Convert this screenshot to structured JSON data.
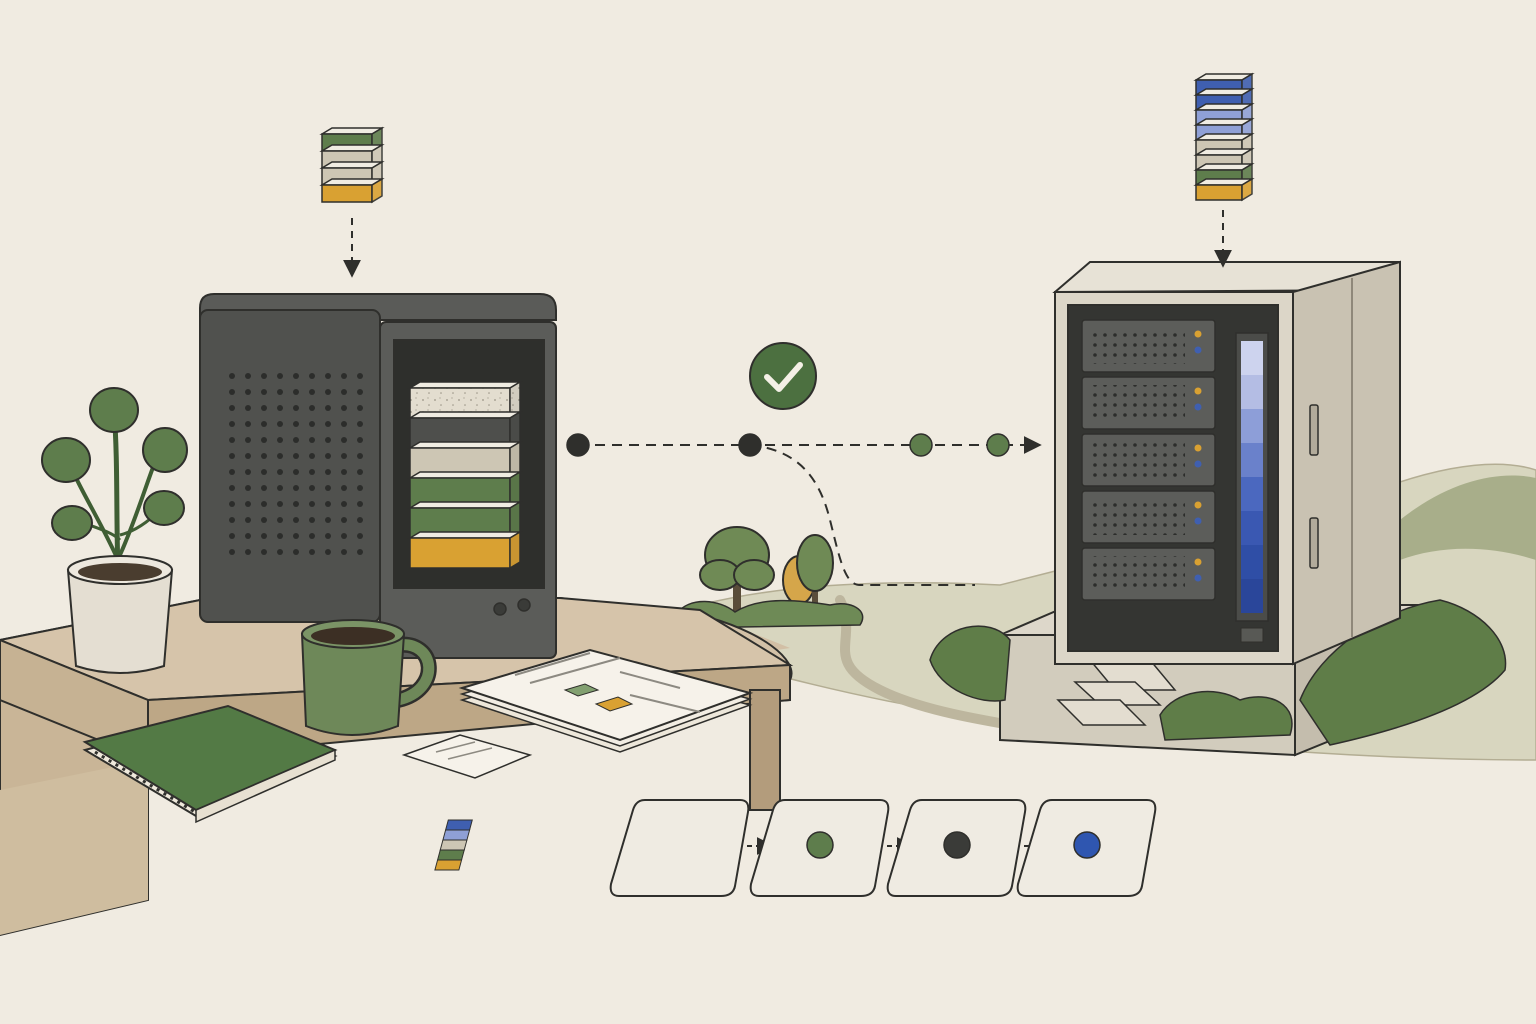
{
  "scene": {
    "style": "hand-drawn illustration, no printed text",
    "colors": {
      "background": "#f0ebe1",
      "ink": "#2f2f2c",
      "green": "#5e7d4c",
      "dark_green": "#4a6b3d",
      "beige": "#cdc6b4",
      "mustard": "#d9a132",
      "blue": "#3f5fb0",
      "light_blue": "#8fa0d6",
      "charcoal": "#4e4f4c",
      "desk": "#d2bfa5",
      "building": "#d9d3c5"
    }
  },
  "left_stack": {
    "icon": "layer-stack-icon",
    "layers": [
      "green",
      "beige",
      "beige",
      "mustard"
    ]
  },
  "right_stack": {
    "icon": "layer-stack-icon",
    "layers": [
      "blue",
      "blue",
      "light_blue",
      "light_blue",
      "beige",
      "beige",
      "green",
      "mustard"
    ]
  },
  "local_machine": {
    "icon": "desktop-server-icon",
    "drive_layers": [
      "beige-speckled",
      "charcoal",
      "beige",
      "green",
      "green",
      "mustard"
    ]
  },
  "remote_server": {
    "icon": "datacenter-rack-icon",
    "rack_units": 5
  },
  "transfer": {
    "status_icon": "check-circle-icon",
    "path_nodes": [
      "charcoal",
      "charcoal",
      "green",
      "green"
    ]
  },
  "pipeline_steps": [
    {
      "icon": "layer-stack-icon",
      "marker": "stack"
    },
    {
      "icon": "green-dot-icon",
      "marker": "#5e7d4c"
    },
    {
      "icon": "dark-dot-icon",
      "marker": "#3a3b38"
    },
    {
      "icon": "blue-dot-icon",
      "marker": "#2f56b0"
    }
  ],
  "desk_items": [
    "plant-icon",
    "mug-icon",
    "notebook-icon",
    "documents-icon",
    "note-card-icon"
  ]
}
